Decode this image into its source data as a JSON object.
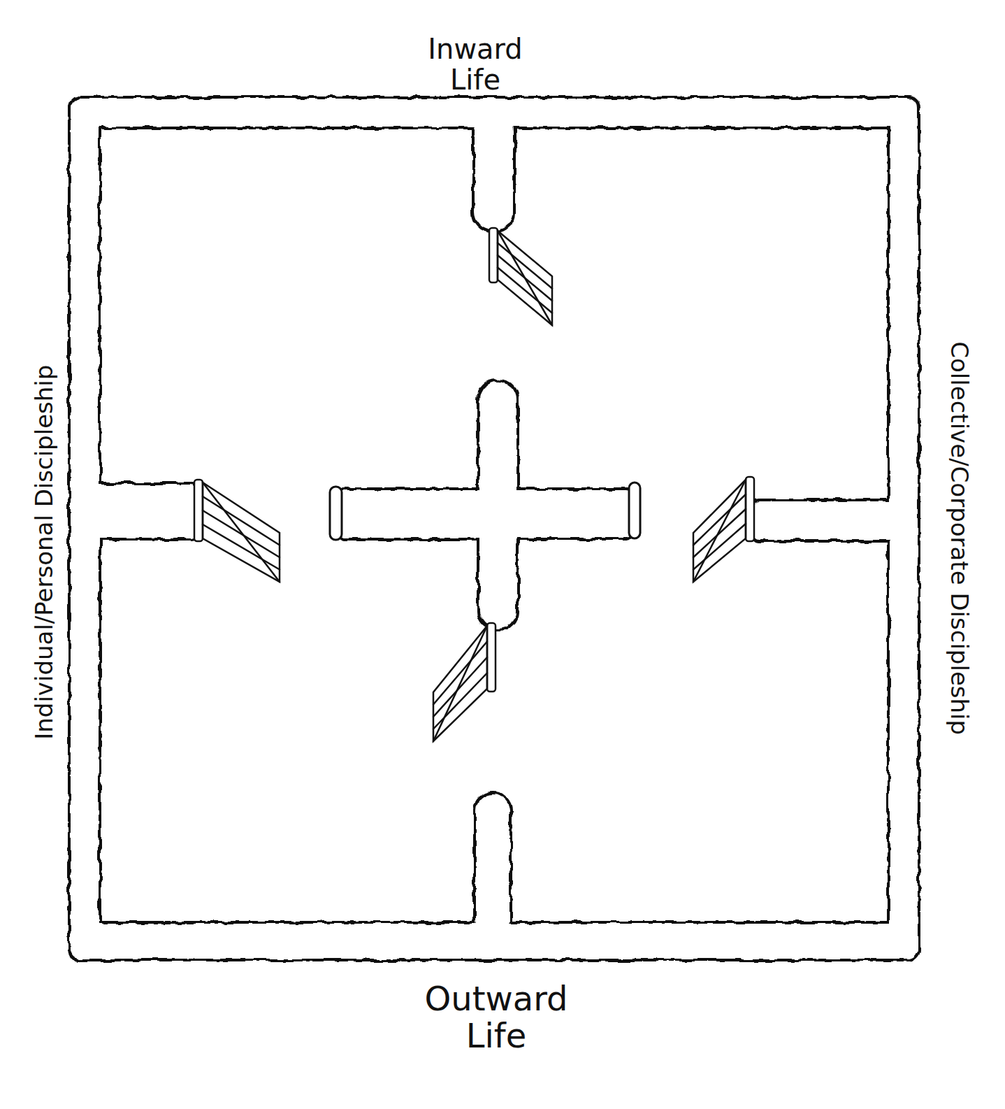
{
  "diagram": {
    "labels": [
      "Inward Life",
      "Individual/Personal Discipleship",
      "Collective/Corporate Discipleship",
      "Outward Life"
    ]
  }
}
